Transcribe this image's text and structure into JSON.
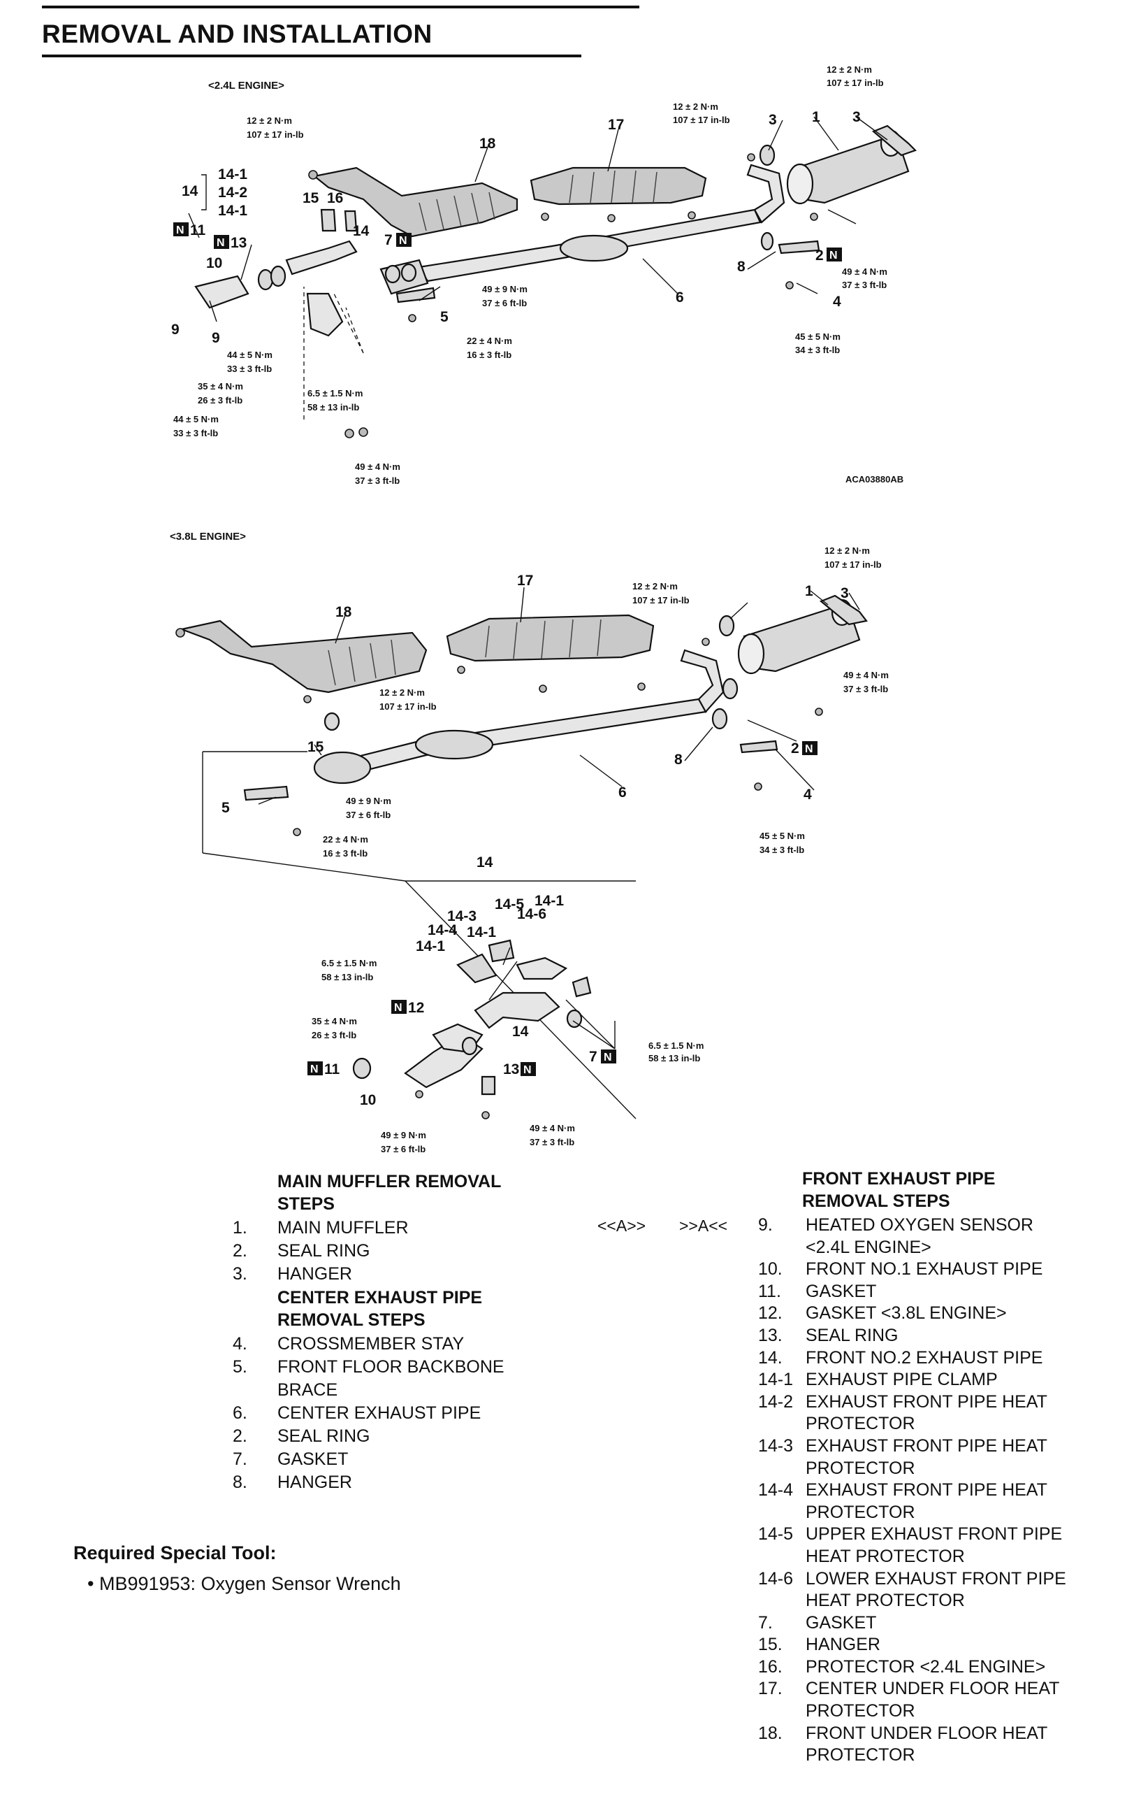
{
  "page": {
    "title": "REMOVAL AND INSTALLATION"
  },
  "diagram_24": {
    "engine_label": "<2.4L ENGINE>",
    "figure_code": "ACA03880AB",
    "torque": {
      "t_12a_nm": "12 ± 2 N·m",
      "t_12a_in": "107 ± 17 in-lb",
      "t_12b_nm": "12 ± 2 N·m",
      "t_12b_in": "107 ± 17 in-lb",
      "t_12c_nm": "12 ± 2 N·m",
      "t_12c_in": "107 ± 17 in-lb",
      "t_49a_nm": "49 ± 9 N·m",
      "t_49a_ft": "37 ± 6 ft-lb",
      "t_49b_nm": "49 ± 4 N·m",
      "t_49b_ft": "37 ± 3 ft-lb",
      "t_22_nm": "22 ± 4 N·m",
      "t_22_ft": "16 ± 3 ft-lb",
      "t_45_nm": "45 ± 5 N·m",
      "t_45_ft": "34 ± 3 ft-lb",
      "t_44a_nm": "44 ± 5 N·m",
      "t_44a_ft": "33 ± 3 ft-lb",
      "t_35_nm": "35 ± 4 N·m",
      "t_35_ft": "26 ± 3 ft-lb",
      "t_44b_nm": "44 ± 5 N·m",
      "t_44b_ft": "33 ± 3 ft-lb",
      "t_65_nm": "6.5 ± 1.5 N·m",
      "t_65_in": "58 ± 13 in-lb",
      "t_49c_nm": "49 ± 4 N·m",
      "t_49c_ft": "37 ± 3 ft-lb"
    },
    "callouts": {
      "c1": "1",
      "c2": "2",
      "c3a": "3",
      "c3b": "3",
      "c4": "4",
      "c5": "5",
      "c6": "6",
      "c7": "7",
      "c8": "8",
      "c9a": "9",
      "c9b": "9",
      "c10": "10",
      "c11": "11",
      "c13": "13",
      "c14a": "14",
      "c14b": "14",
      "c14_1a": "14-1",
      "c14_2": "14-2",
      "c14_1b": "14-1",
      "c15": "15",
      "c16": "16",
      "c17": "17",
      "c18": "18",
      "n": "N"
    }
  },
  "diagram_38": {
    "engine_label": "<3.8L ENGINE>",
    "torque": {
      "t_12a_nm": "12 ± 2 N·m",
      "t_12a_in": "107 ± 17 in-lb",
      "t_12b_nm": "12 ± 2 N·m",
      "t_12b_in": "107 ± 17 in-lb",
      "t_12c_nm": "12 ± 2 N·m",
      "t_12c_in": "107 ± 17 in-lb",
      "t_49a_nm": "49 ± 4 N·m",
      "t_49a_ft": "37 ± 3 ft-lb",
      "t_49b_nm": "49 ± 9 N·m",
      "t_49b_ft": "37 ± 6 ft-lb",
      "t_22_nm": "22 ± 4 N·m",
      "t_22_ft": "16 ± 3 ft-lb",
      "t_45_nm": "45 ± 5 N·m",
      "t_45_ft": "34 ± 3 ft-lb",
      "t_65a_nm": "6.5 ± 1.5 N·m",
      "t_65a_in": "58 ± 13 in-lb",
      "t_35_nm": "35 ± 4 N·m",
      "t_35_ft": "26 ± 3 ft-lb",
      "t_65b_nm": "6.5 ± 1.5 N·m",
      "t_65b_in": "58 ± 13 in-lb",
      "t_49c_nm": "49 ± 9 N·m",
      "t_49c_ft": "37 ± 6 ft-lb",
      "t_49d_nm": "49 ± 4 N·m",
      "t_49d_ft": "37 ± 3 ft-lb"
    },
    "callouts": {
      "c1": "1",
      "c2": "2",
      "c3": "3",
      "c4": "4",
      "c5": "5",
      "c6": "6",
      "c7": "7",
      "c8": "8",
      "c10": "10",
      "c11": "11",
      "c12": "12",
      "c13": "13",
      "c14a": "14",
      "c14b": "14",
      "c14_1a": "14-1",
      "c14_1b": "14-1",
      "c14_1c": "14-1",
      "c14_3": "14-3",
      "c14_4": "14-4",
      "c14_5": "14-5",
      "c14_6": "14-6",
      "c15": "15",
      "c17": "17",
      "c18": "18",
      "n": "N"
    }
  },
  "steps_left": {
    "muffler_header_1": "MAIN MUFFLER REMOVAL",
    "muffler_header_2": "STEPS",
    "muffler_items": [
      {
        "num": "1.",
        "text": "MAIN MUFFLER"
      },
      {
        "num": "2.",
        "text": "SEAL RING"
      },
      {
        "num": "3.",
        "text": "HANGER"
      }
    ],
    "center_header_1": "CENTER EXHAUST PIPE",
    "center_header_2": "REMOVAL STEPS",
    "center_items": [
      {
        "num": "4.",
        "text": "CROSSMEMBER STAY"
      },
      {
        "num": "5.",
        "text": "FRONT FLOOR BACKBONE"
      },
      {
        "num": "",
        "text": "BRACE"
      },
      {
        "num": "6.",
        "text": "CENTER EXHAUST PIPE"
      },
      {
        "num": "2.",
        "text": "SEAL RING"
      },
      {
        "num": "7.",
        "text": "GASKET"
      },
      {
        "num": "8.",
        "text": "HANGER"
      }
    ]
  },
  "marks": {
    "a1": "<<A>>",
    "a2": ">>A<<"
  },
  "steps_right": {
    "header_1": "FRONT EXHAUST PIPE",
    "header_2": "REMOVAL STEPS",
    "items": [
      {
        "num": "9.",
        "text": "HEATED OXYGEN SENSOR"
      },
      {
        "num": "",
        "text": "<2.4L ENGINE>"
      },
      {
        "num": "10.",
        "text": "FRONT NO.1 EXHAUST PIPE"
      },
      {
        "num": "11.",
        "text": "GASKET"
      },
      {
        "num": "12.",
        "text": "GASKET <3.8L ENGINE>"
      },
      {
        "num": "13.",
        "text": "SEAL RING"
      },
      {
        "num": "14.",
        "text": "FRONT NO.2 EXHAUST PIPE"
      },
      {
        "num": "14-1",
        "text": "EXHAUST PIPE CLAMP"
      },
      {
        "num": "14-2",
        "text": "EXHAUST FRONT PIPE HEAT"
      },
      {
        "num": "",
        "text": "PROTECTOR"
      },
      {
        "num": "14-3",
        "text": "EXHAUST FRONT PIPE HEAT"
      },
      {
        "num": "",
        "text": "PROTECTOR"
      },
      {
        "num": "14-4",
        "text": "EXHAUST FRONT PIPE HEAT"
      },
      {
        "num": "",
        "text": "PROTECTOR"
      },
      {
        "num": "14-5",
        "text": "UPPER EXHAUST FRONT PIPE"
      },
      {
        "num": "",
        "text": "HEAT PROTECTOR"
      },
      {
        "num": "14-6",
        "text": "LOWER EXHAUST FRONT PIPE"
      },
      {
        "num": "",
        "text": "HEAT PROTECTOR"
      },
      {
        "num": "7.",
        "text": "GASKET"
      },
      {
        "num": "15.",
        "text": "HANGER"
      },
      {
        "num": "16.",
        "text": "PROTECTOR <2.4L ENGINE>"
      },
      {
        "num": "17.",
        "text": "CENTER UNDER FLOOR HEAT"
      },
      {
        "num": "",
        "text": "PROTECTOR"
      },
      {
        "num": "18.",
        "text": "FRONT UNDER FLOOR HEAT"
      },
      {
        "num": "",
        "text": "PROTECTOR"
      }
    ]
  },
  "tool": {
    "title": "Required Special Tool:",
    "item": "• MB991953: Oxygen Sensor Wrench"
  }
}
